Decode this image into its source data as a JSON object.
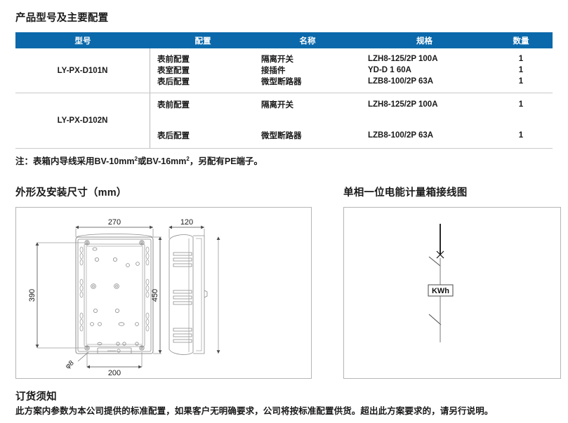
{
  "sections": {
    "products_title": "产品型号及主要配置",
    "dimensions_title": "外形及安装尺寸（mm）",
    "wiring_title": "单相一位电能计量箱接线图",
    "ordering_title": "订货须知"
  },
  "table": {
    "headers": {
      "model": "型号",
      "config": "配置",
      "name": "名称",
      "spec": "规格",
      "qty": "数量"
    },
    "groups": [
      {
        "model": "LY-PX-D101N",
        "rows": [
          {
            "config": "表前配置",
            "name": "隔离开关",
            "spec": "LZH8-125/2P 100A",
            "qty": "1"
          },
          {
            "config": "表室配置",
            "name": "接插件",
            "spec": "YD-D 1 60A",
            "qty": "1"
          },
          {
            "config": "表后配置",
            "name": "微型断路器",
            "spec": "LZB8-100/2P 63A",
            "qty": "1"
          }
        ]
      },
      {
        "model": "LY-PX-D102N",
        "rows": [
          {
            "config": "表前配置",
            "name": "隔离开关",
            "spec": "LZH8-125/2P 100A",
            "qty": "1"
          },
          {
            "config": "表后配置",
            "name": "微型断路器",
            "spec": "LZB8-100/2P 63A",
            "qty": "1"
          }
        ]
      }
    ],
    "note_prefix": "注：表箱内导线采用BV-10mm",
    "note_mid": "或BV-16mm",
    "note_suffix": "，另配有PE端子。",
    "note_sup": "2"
  },
  "dimensions_drawing": {
    "width_front": "270",
    "width_inner": "200",
    "height_inner": "390",
    "height_outer": "450",
    "depth_side": "120",
    "hole_callout": "φ8"
  },
  "wiring_drawing": {
    "meter_label": "KWh"
  },
  "ordering": {
    "body": "此方案内参数为本公司提供的标准配置，如果客户无明确要求，公司将按标准配置供货。超出此方案要求的，请另行说明。"
  },
  "colors": {
    "header_blue": "#0b69ab",
    "rule_gray": "#c9c9c9",
    "panel_border": "#b5b5b5",
    "line_dark": "#5a5a5a"
  }
}
